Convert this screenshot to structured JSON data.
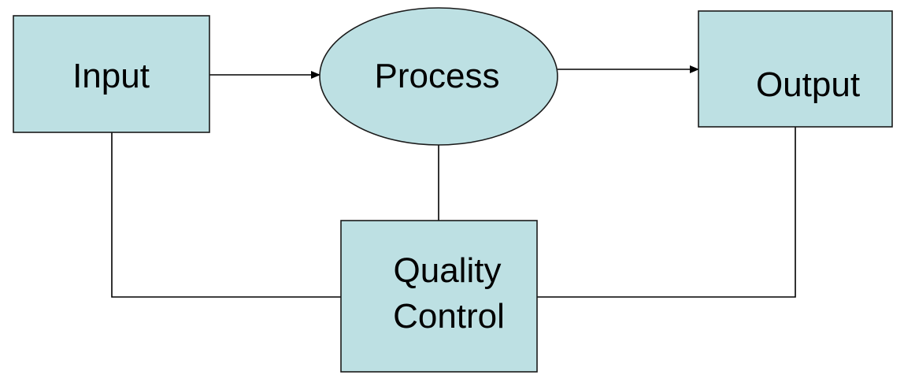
{
  "diagram": {
    "nodes": {
      "input": {
        "label": "Input"
      },
      "process": {
        "label": "Process"
      },
      "output": {
        "label": "Output"
      },
      "quality_control": {
        "line1": "Quality",
        "line2": "Control"
      }
    },
    "colors": {
      "node_fill": "#bde0e3",
      "node_stroke": "#1a1a1a",
      "connector": "#000000",
      "text": "#000000"
    }
  }
}
